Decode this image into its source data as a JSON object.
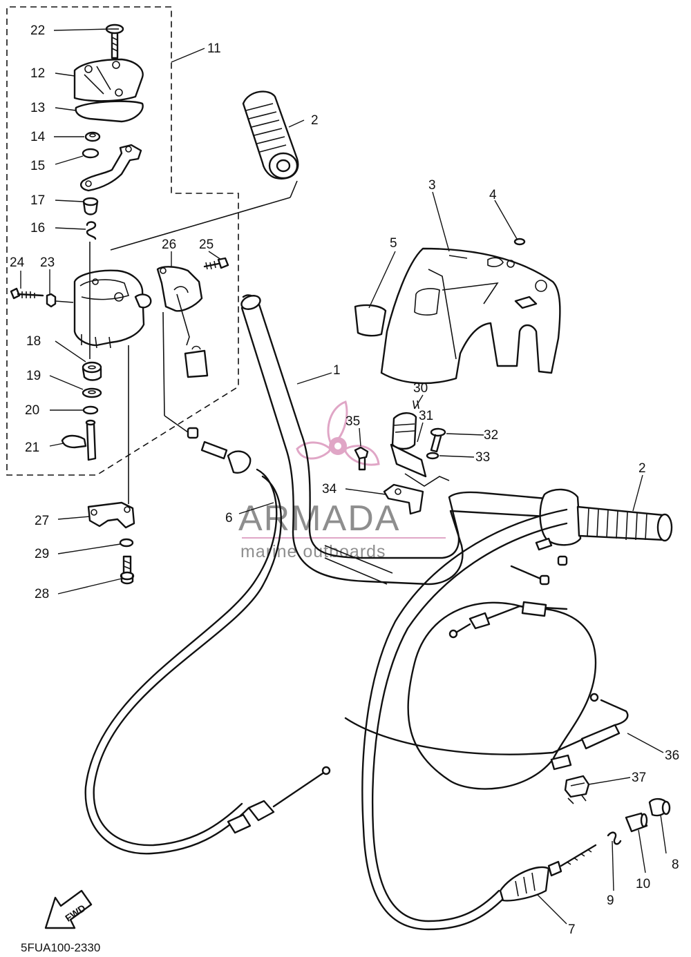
{
  "diagram_code": "5FUA100-2330",
  "watermark": {
    "brand": "ARMADA",
    "tagline": "marine outboards",
    "accent_color": "#e0a6c6",
    "text_color": "#8e8e8e"
  },
  "fwd_label": "FWD",
  "callouts": {
    "c1": "1",
    "c2a": "2",
    "c2b": "2",
    "c3": "3",
    "c4": "4",
    "c5": "5",
    "c6": "6",
    "c7": "7",
    "c8": "8",
    "c9": "9",
    "c10": "10",
    "c11": "11",
    "c12": "12",
    "c13": "13",
    "c14": "14",
    "c15": "15",
    "c16": "16",
    "c17": "17",
    "c18": "18",
    "c19": "19",
    "c20": "20",
    "c21": "21",
    "c22": "22",
    "c23": "23",
    "c24": "24",
    "c25": "25",
    "c26": "26",
    "c27": "27",
    "c28": "28",
    "c29": "29",
    "c30": "30",
    "c31": "31",
    "c32": "32",
    "c33": "33",
    "c34": "34",
    "c35": "35",
    "c36": "36",
    "c37": "37"
  }
}
